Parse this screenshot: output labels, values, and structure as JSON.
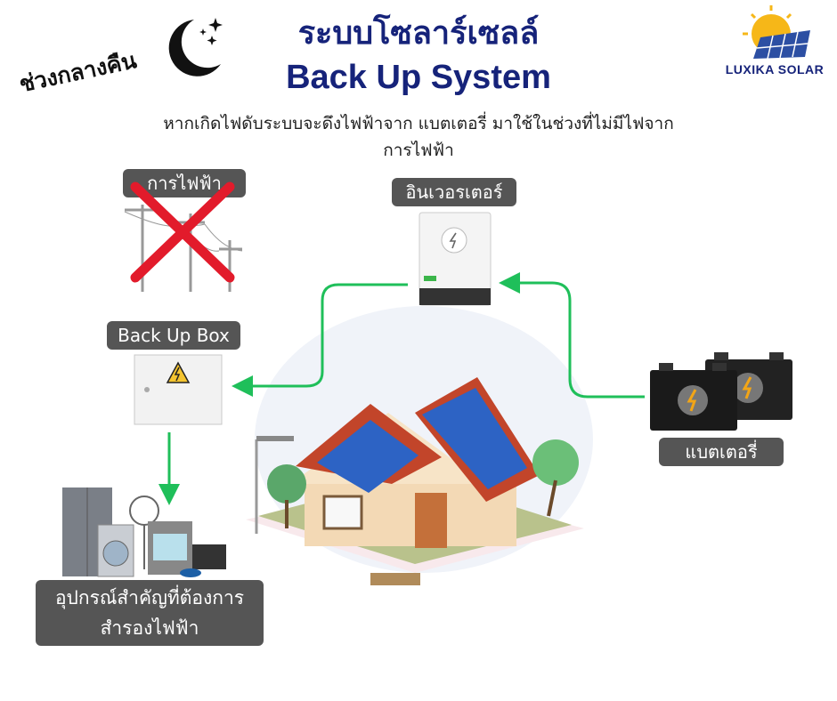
{
  "header": {
    "title_th": "ระบบโซลาร์เซลล์",
    "title_en": "Back Up System",
    "subtitle_line1": "หากเกิดไฟดับระบบจะดึงไฟฟ้าจาก แบตเตอรี่ มาใช้ในช่วงที่ไม่มีไฟจาก",
    "subtitle_line2": "การไฟฟ้า"
  },
  "night_label": "ช่วงกลางคืน",
  "logo": {
    "text": "LUXIKA SOLAR"
  },
  "labels": {
    "grid": "การไฟฟ้า",
    "inverter": "อินเวอรเตอร์",
    "backup_box": "Back Up Box",
    "battery": "แบตเตอรี่",
    "devices_line1": "อุปกรณ์สำคัญที่ต้องการ",
    "devices_line2": "สำรองไฟฟ้า"
  },
  "colors": {
    "title": "#16237a",
    "arrow": "#1fbf5a",
    "label_bg": "#555555",
    "cross": "#e21b2b"
  },
  "icons": [
    "moon-icon",
    "logo-sun-panel-icon",
    "power-pole-icon",
    "inverter-icon",
    "backup-box-icon",
    "battery-icon",
    "appliances-icon",
    "house-icon"
  ]
}
